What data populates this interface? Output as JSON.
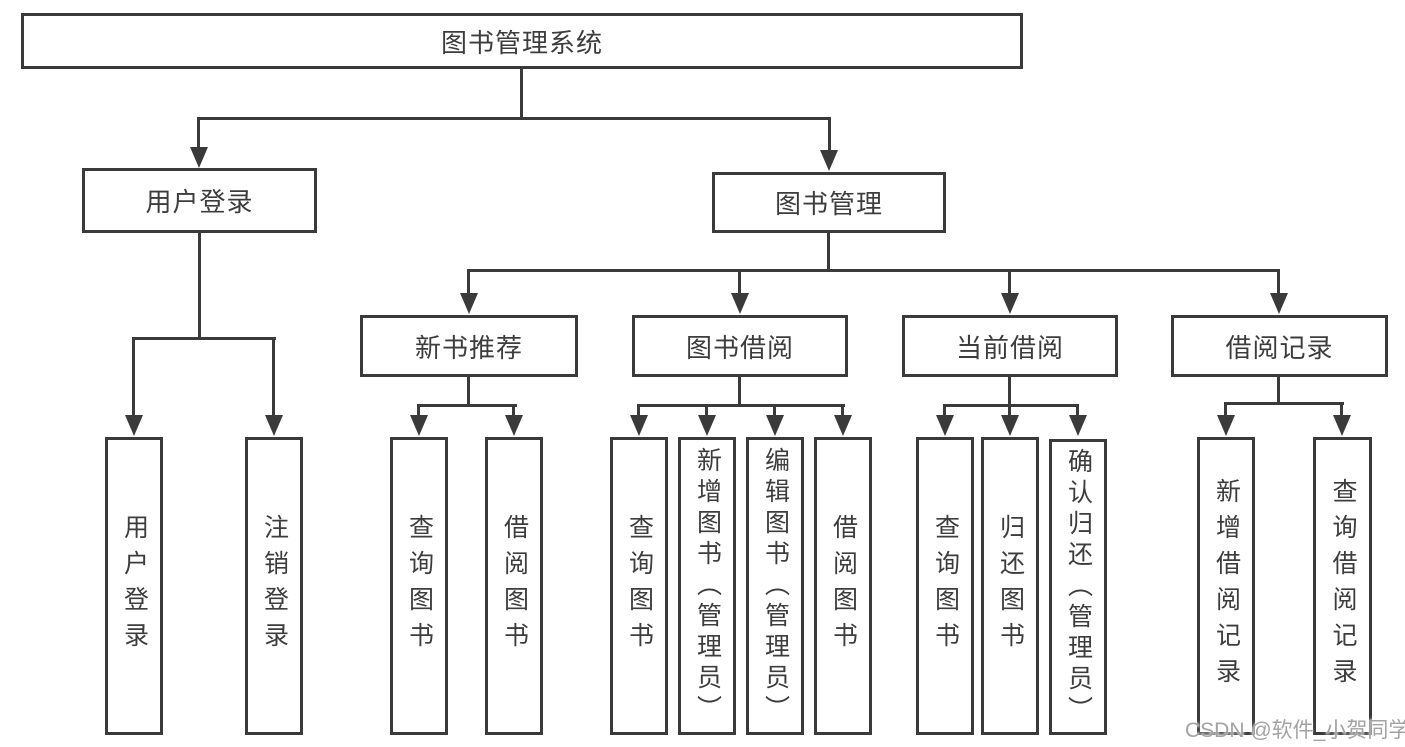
{
  "diagram": {
    "title": "图书管理系统",
    "watermark": "CSDN @软件_小贺同学",
    "colors": {
      "line": "#3a3a3a",
      "text": "#3d3d3d",
      "watermark": "#a3a3a3",
      "background": "#ffffff"
    },
    "nodes": {
      "root": {
        "label": "图书管理系统"
      },
      "user_login": {
        "label": "用户登录"
      },
      "book_mgmt": {
        "label": "图书管理"
      },
      "new_books": {
        "label": "新书推荐"
      },
      "book_borrow": {
        "label": "图书借阅"
      },
      "current_borrow": {
        "label": "当前借阅"
      },
      "borrow_records": {
        "label": "借阅记录"
      },
      "leaf_user_login": {
        "label": "用户登录"
      },
      "leaf_logout": {
        "label": "注销登录"
      },
      "leaf_nb_query": {
        "label": "查询图书"
      },
      "leaf_nb_borrow": {
        "label": "借阅图书"
      },
      "leaf_bb_query": {
        "label": "查询图书"
      },
      "leaf_bb_add": {
        "label": "新增图书（管理员）"
      },
      "leaf_bb_edit": {
        "label": "编辑图书（管理员）"
      },
      "leaf_bb_borrow": {
        "label": "借阅图书"
      },
      "leaf_cb_query": {
        "label": "查询图书"
      },
      "leaf_cb_return": {
        "label": "归还图书"
      },
      "leaf_cb_confirm": {
        "label": "确认归还（管理员）"
      },
      "leaf_br_add": {
        "label": "新增借阅记录"
      },
      "leaf_br_query": {
        "label": "查询借阅记录"
      }
    },
    "edges": [
      {
        "from": "root",
        "to": "user_login"
      },
      {
        "from": "root",
        "to": "book_mgmt"
      },
      {
        "from": "user_login",
        "to": "leaf_user_login"
      },
      {
        "from": "user_login",
        "to": "leaf_logout"
      },
      {
        "from": "book_mgmt",
        "to": "new_books"
      },
      {
        "from": "book_mgmt",
        "to": "book_borrow"
      },
      {
        "from": "book_mgmt",
        "to": "current_borrow"
      },
      {
        "from": "book_mgmt",
        "to": "borrow_records"
      },
      {
        "from": "new_books",
        "to": "leaf_nb_query"
      },
      {
        "from": "new_books",
        "to": "leaf_nb_borrow"
      },
      {
        "from": "book_borrow",
        "to": "leaf_bb_query"
      },
      {
        "from": "book_borrow",
        "to": "leaf_bb_add"
      },
      {
        "from": "book_borrow",
        "to": "leaf_bb_edit"
      },
      {
        "from": "book_borrow",
        "to": "leaf_bb_borrow"
      },
      {
        "from": "current_borrow",
        "to": "leaf_cb_query"
      },
      {
        "from": "current_borrow",
        "to": "leaf_cb_return"
      },
      {
        "from": "current_borrow",
        "to": "leaf_cb_confirm"
      },
      {
        "from": "borrow_records",
        "to": "leaf_br_add"
      },
      {
        "from": "borrow_records",
        "to": "leaf_br_query"
      }
    ]
  }
}
